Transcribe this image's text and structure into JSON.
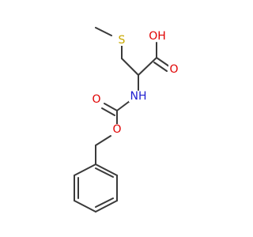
{
  "molecule": {
    "atoms": {
      "sulfur": {
        "label": "S",
        "color": "#c8a800"
      },
      "hydroxyl_oxygen": {
        "label": "OH",
        "color": "#e00000"
      },
      "acid_carbonyl_oxygen": {
        "label": "O",
        "color": "#e00000"
      },
      "amine_nitrogen": {
        "label": "NH",
        "color": "#2020d0"
      },
      "carbamate_carbonyl_oxygen": {
        "label": "O",
        "color": "#e00000"
      },
      "ester_oxygen": {
        "label": "O",
        "color": "#e00000"
      }
    },
    "bond_color": "#3a3a3a",
    "background_color": "#ffffff"
  }
}
